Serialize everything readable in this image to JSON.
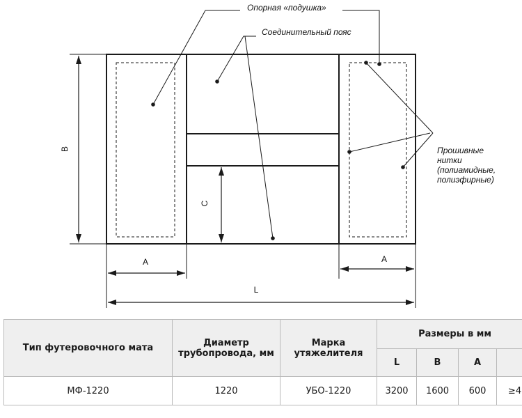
{
  "diagram": {
    "labels": {
      "support_pad": "Опорная «подушка»",
      "connecting_belt": "Соединительный пояс",
      "stitching_line1": "Прошивные",
      "stitching_line2": "нитки",
      "stitching_line3": "(полиамидные,",
      "stitching_line4": "полиэфирные)"
    },
    "dims": {
      "b": "B",
      "c": "C",
      "a_left": "A",
      "a_right": "A",
      "l": "L"
    }
  },
  "table": {
    "headers": {
      "mat_type": "Тип футеровочного мата",
      "pipe_diameter": "Диаметр трубопровода, мм",
      "weight_brand": "Марка утяжелителя",
      "sizes": "Размеры в мм",
      "l": "L",
      "b": "B",
      "a": "A",
      "extra": ""
    },
    "rows": [
      {
        "mat_type": "МФ-1220",
        "diameter": "1220",
        "brand": "УБО-1220",
        "l": "3200",
        "b": "1600",
        "a": "600",
        "extra": "≥4"
      }
    ]
  }
}
